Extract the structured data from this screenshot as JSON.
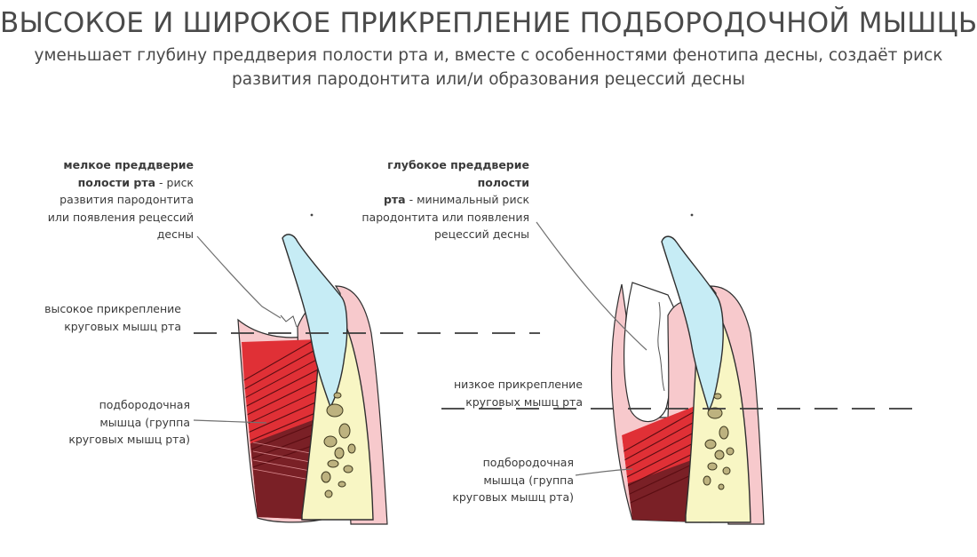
{
  "header": {
    "title": "ВЫСОКОЕ И ШИРОКОЕ ПРИКРЕПЛЕНИЕ ПОДБОРОДОЧНОЙ МЫШЦЫ",
    "subtitle_line1": "уменьшает глубину преддверия полости рта и, вместе с особенностями фенотипа десны, создаёт риск",
    "subtitle_line2": "развития пародонтита или/и образования рецессий десны"
  },
  "left_panel": {
    "vestibule_label": {
      "bold_line1": "мелкое преддверие",
      "bold_line2": "полости рта",
      "line2_rest": " - риск",
      "line3": "развития пародонтита",
      "line4": "или появления рецессий",
      "line5": "десны"
    },
    "attachment_label": {
      "line1": "высокое прикрепление",
      "line2": "круговых мышц рта"
    },
    "muscle_label": {
      "line1": "подбородочная",
      "line2": "мышца (группа",
      "line3": "круговых мышц рта)"
    }
  },
  "right_panel": {
    "vestibule_label": {
      "bold_line1": "глубокое преддверие полости",
      "bold_line2": "рта",
      "line2_rest": " - минимальный риск",
      "line3": "пародонтита или появления",
      "line4": "рецессий десны"
    },
    "attachment_label": {
      "line1": "низкое прикрепление",
      "line2": "круговых мышц рта"
    },
    "muscle_label": {
      "line1": "подбородочная",
      "line2": "мышца (группа",
      "line3": "круговых мышц рта)"
    }
  },
  "colors": {
    "tooth": "#c6ecf5",
    "gum": "#f7c9cc",
    "bone": "#f8f6c4",
    "bone_particles": "#bdb27f",
    "muscle_red": "#e03036",
    "muscle_dark": "#7a2026",
    "outline": "#2f2f2f",
    "dashed_line": "#3a3a3a",
    "leader_line": "#707070"
  }
}
